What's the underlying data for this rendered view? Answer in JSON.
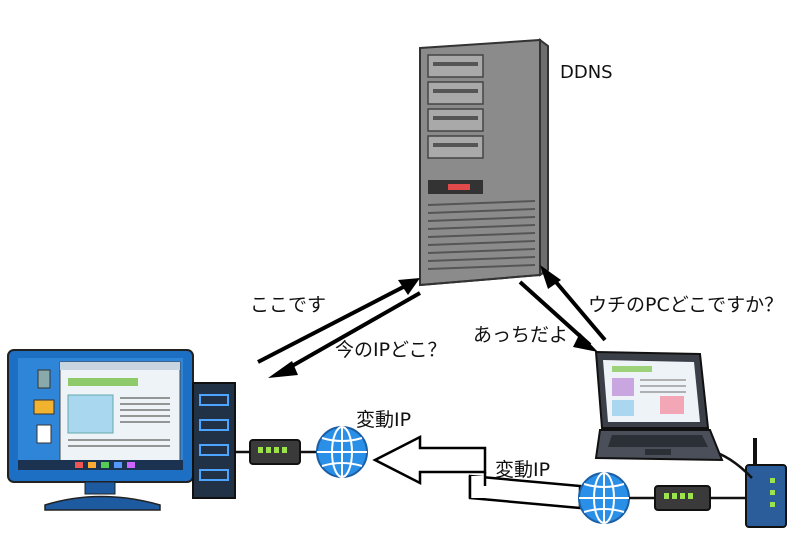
{
  "labels": {
    "ddns": "DDNS",
    "here_it_is": "ここです",
    "where_is_ip_now": "今のIPどこ？",
    "over_there": "あっちだよ",
    "where_is_home_pc": "ウチのPCどこですか？",
    "dynamic_ip_upper": "変動IP",
    "dynamic_ip_lower": "変動IP"
  },
  "colors": {
    "server_body": "#8b8b8b",
    "server_side": "#6e6e6e",
    "monitor_blue": "#1d6fc4",
    "globe_blue": "#2a8fe6",
    "tower_dark": "#223246",
    "router_blue": "#2a5d9a",
    "arrow": "#000000"
  }
}
